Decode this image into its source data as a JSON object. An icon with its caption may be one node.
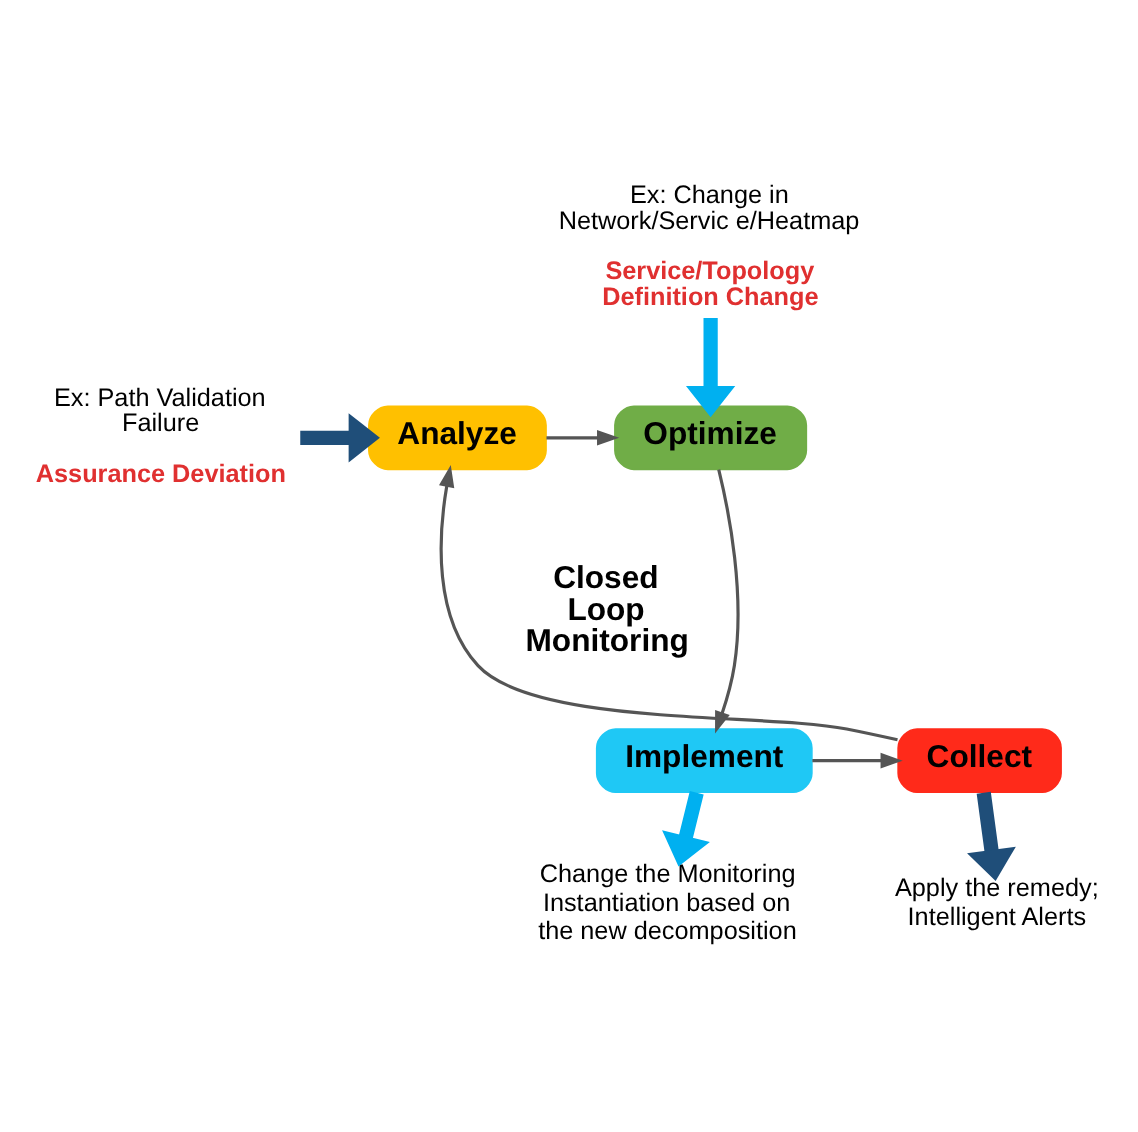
{
  "diagram": {
    "nodes": [
      {
        "text": [
          "Optimize"
        ]
      },
      {
        "text": [
          "Analyze"
        ]
      },
      {
        "text": [
          "Collect"
        ]
      },
      {
        "text": [
          "Implement"
        ]
      },
      {
        "text": [
          "Ex: Change in Network/Servic e/Heatmap",
          "Service/Topology Definition Change"
        ]
      },
      {
        "text": [
          "Ex: Path Validation Failure",
          "Assurance Deviation"
        ]
      },
      {
        "text": [
          "Change the Monitoring Instantiation based on the new decomposition"
        ]
      },
      {
        "text": [
          "Apply the remedy; Intelligent Alerts"
        ]
      }
    ],
    "edges": [
      {
        "from": 1,
        "to": 0,
        "arrow": "to"
      },
      {
        "from": 0,
        "to": 3,
        "arrow": "to"
      },
      {
        "from": 3,
        "to": 2,
        "arrow": "to"
      },
      {
        "from": 2,
        "to": 1,
        "arrow": "to"
      },
      {
        "from": 4,
        "to": 0,
        "arrow": "to",
        "style": "thick",
        "color": "#00b0f0"
      },
      {
        "from": 5,
        "to": 1,
        "arrow": "to",
        "style": "thick",
        "color": "#1f4e79"
      },
      {
        "from": 3,
        "to": 6,
        "arrow": "to",
        "style": "thick",
        "color": "#00b0f0"
      },
      {
        "from": 2,
        "to": 7,
        "arrow": "to",
        "style": "thick",
        "color": "#1f4e79"
      }
    ],
    "labels": [
      "Closed Loop Monitoring"
    ]
  }
}
